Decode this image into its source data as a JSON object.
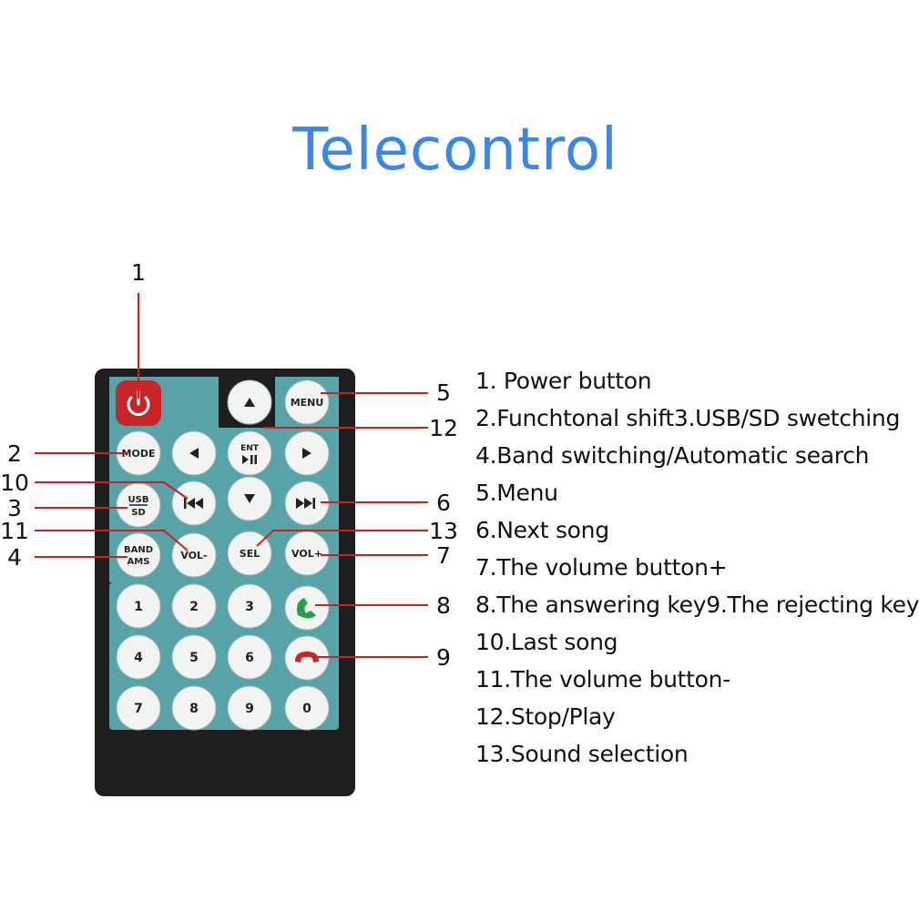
{
  "title": "Telecontrol",
  "colors": {
    "title": "#3b87e6",
    "body": "#1e1e1e",
    "panel": "#57a3a8",
    "button": "#f1f4f3",
    "power": "#c8242a",
    "pointer": "#cc1f1f",
    "answer": "#2f9a4a",
    "reject": "#c8242a"
  },
  "icons": {
    "power": "power-icon",
    "up": "arrow-up-icon",
    "down": "arrow-down-icon",
    "left": "arrow-left-icon",
    "right": "arrow-right-icon",
    "play_pause": "play-pause-icon",
    "prev": "previous-track-icon",
    "next": "next-track-icon",
    "answer": "phone-answer-icon",
    "reject": "phone-reject-icon"
  },
  "buttons": {
    "menu": "MENU",
    "mode": "MODE",
    "ent": "ENT",
    "usb": "USB",
    "sd": "SD",
    "band": "BAND",
    "ams": "AMS",
    "vol_minus": "VOL-",
    "sel": "SEL",
    "vol_plus": "VOL+",
    "digits": [
      "1",
      "2",
      "3",
      "4",
      "5",
      "6",
      "7",
      "8",
      "9",
      "0"
    ]
  },
  "callouts": [
    "1",
    "2",
    "3",
    "4",
    "5",
    "6",
    "7",
    "8",
    "9",
    "10",
    "11",
    "12",
    "13"
  ],
  "legend": [
    "1. Power button",
    "2.Funchtonal shift3.USB/SD swetching",
    "4.Band switching/Automatic search",
    "5.Menu",
    "6.Next song",
    "7.The volume button+",
    "8.The answering key9.The rejecting key",
    "10.Last song",
    "11.The volume button-",
    "12.Stop/Play",
    "13.Sound selection"
  ]
}
